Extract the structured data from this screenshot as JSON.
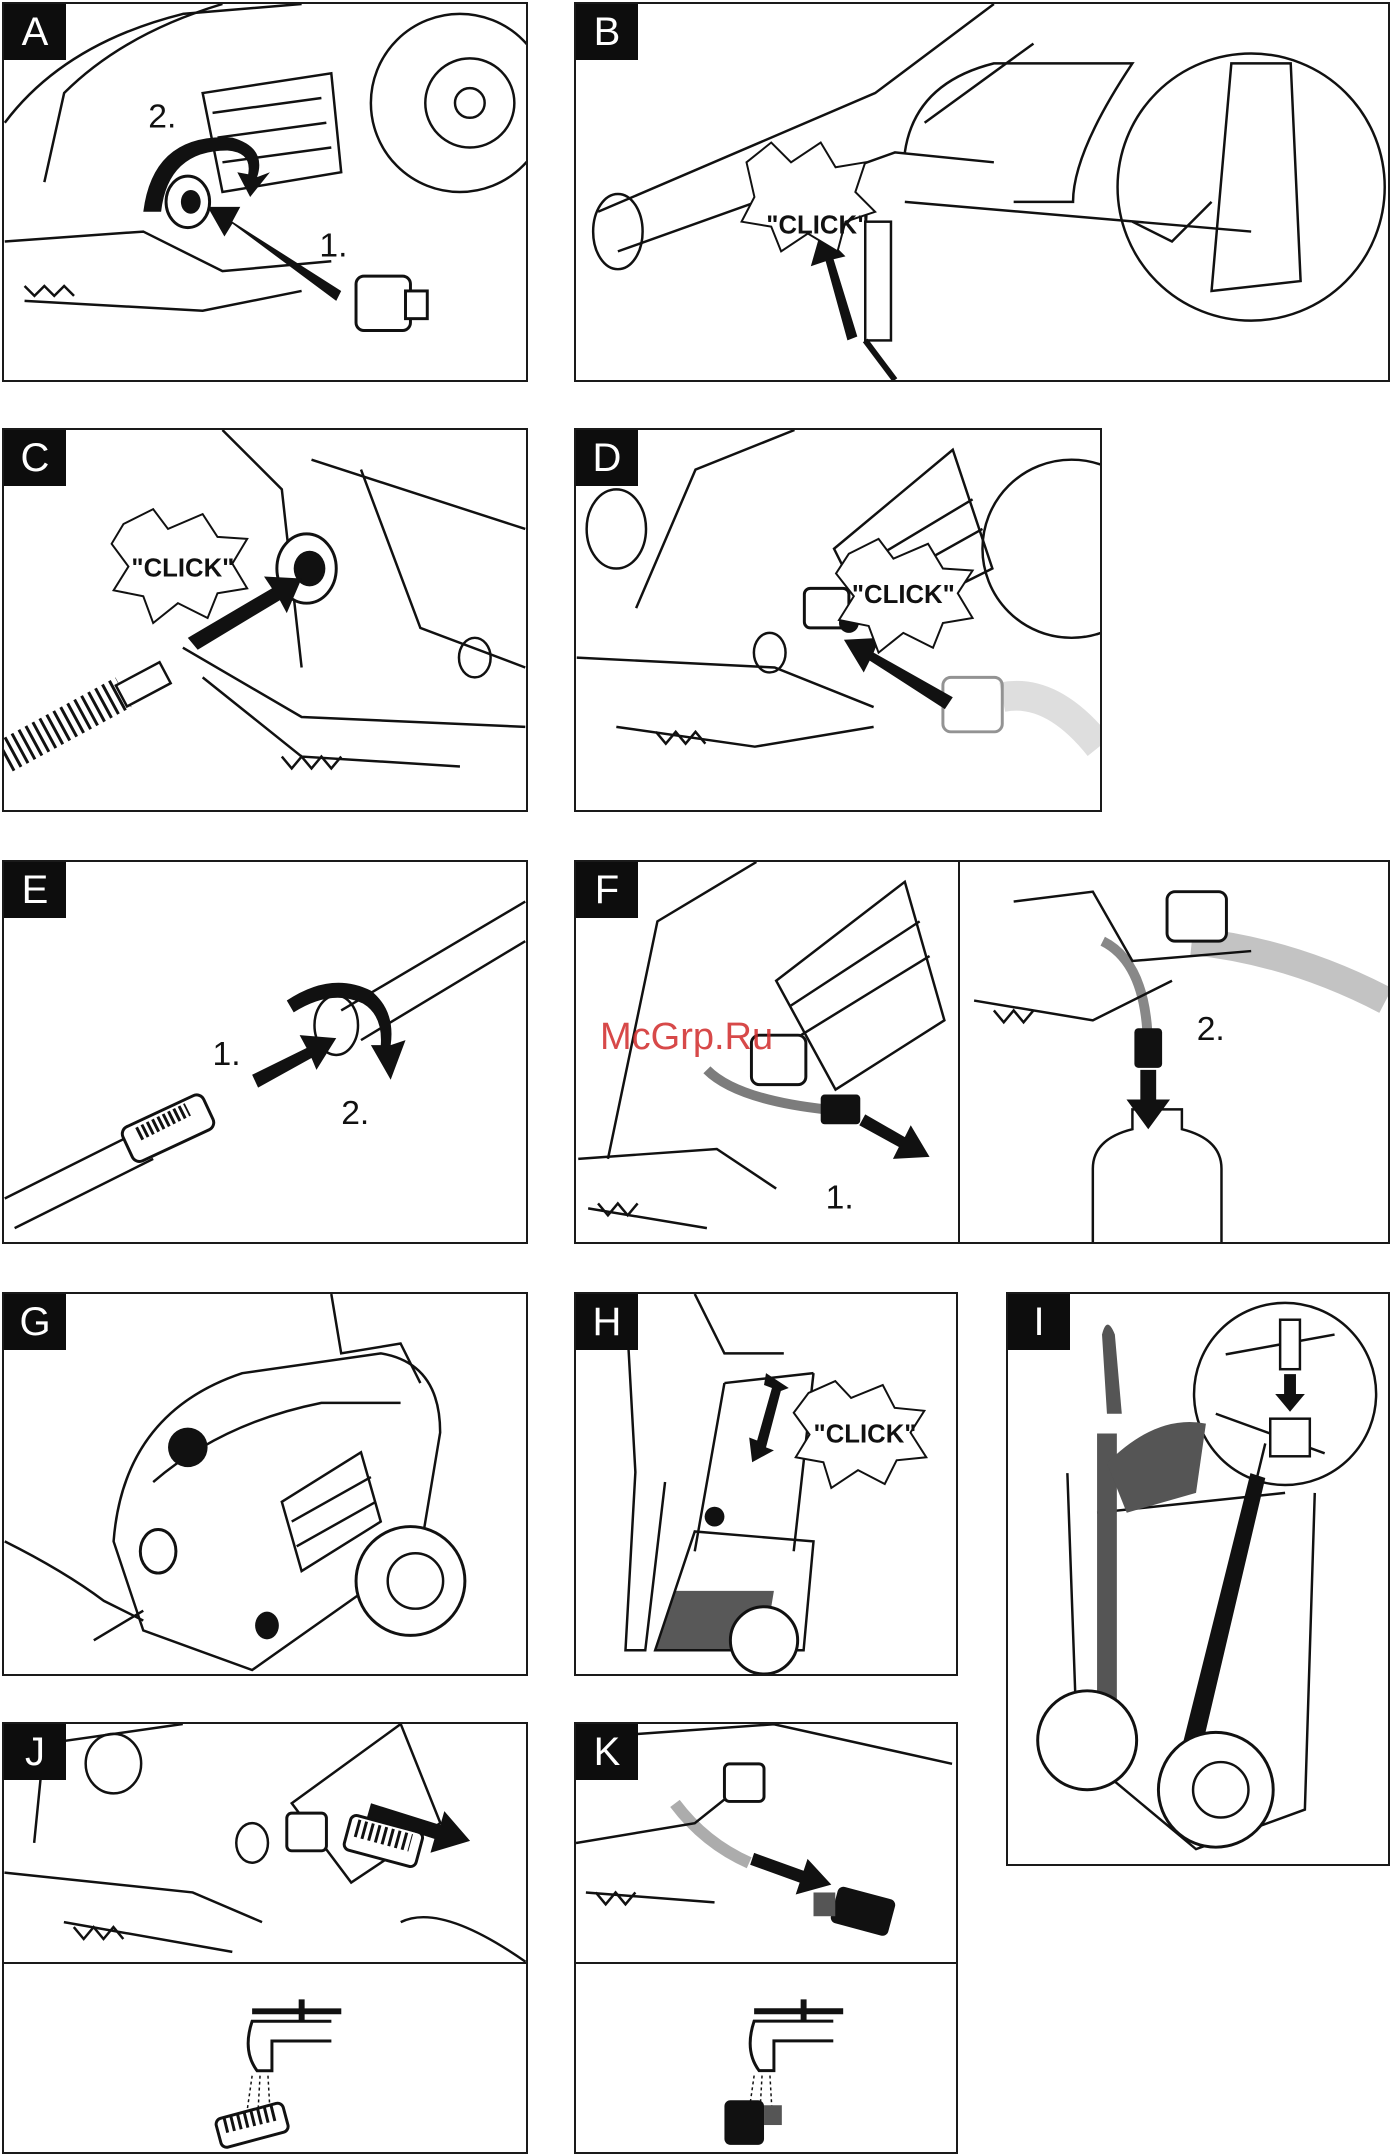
{
  "panels": {
    "A": {
      "tag": "A",
      "step1": "1.",
      "step2": "2."
    },
    "B": {
      "tag": "B",
      "click": "\"CLICK\""
    },
    "C": {
      "tag": "C",
      "click": "\"CLICK\""
    },
    "D": {
      "tag": "D",
      "click": "\"CLICK\""
    },
    "E": {
      "tag": "E",
      "step1": "1.",
      "step2": "2."
    },
    "F": {
      "tag": "F",
      "step1": "1.",
      "step2": "2."
    },
    "G": {
      "tag": "G"
    },
    "H": {
      "tag": "H",
      "click": "\"CLICK\""
    },
    "I": {
      "tag": "I"
    },
    "J": {
      "tag": "J"
    },
    "K": {
      "tag": "K"
    }
  },
  "watermark": "McGrp.Ru",
  "icons": [
    "curved-rotate-arrow-icon",
    "push-arrow-icon",
    "click-burst-icon",
    "water-tap-icon",
    "filter-icon"
  ]
}
